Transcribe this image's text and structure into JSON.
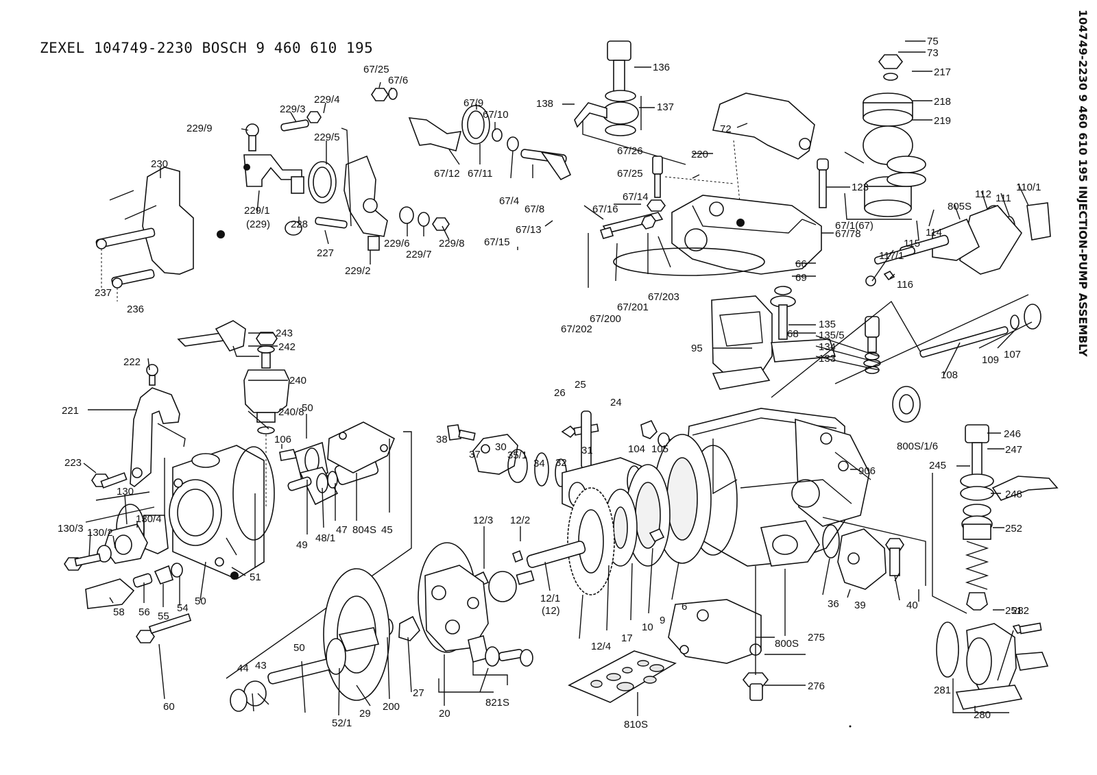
{
  "header": {
    "title": "ZEXEL  104749-2230  BOSCH  9 460 610 195",
    "side_title": "104749-2230  9 460 610 195  INJECTION-PUMP ASSEMBLY"
  },
  "labels": [
    "229/9",
    "229/3",
    "229/4",
    "229/5",
    "230",
    "237",
    "236",
    "229/1",
    "(229)",
    "228",
    "227",
    "229/2",
    "229/6",
    "229/7",
    "229/8",
    "67/25",
    "67/6",
    "67/9",
    "67/10",
    "67/12",
    "67/11",
    "67/4",
    "67/8",
    "138",
    "136",
    "137",
    "67/26",
    "67/25",
    "67/14",
    "67/16",
    "67/13",
    "67/15",
    "67/202",
    "67/200",
    "67/201",
    "67/203",
    "75",
    "73",
    "217",
    "218",
    "219",
    "72",
    "220",
    "123",
    "67/1(67)",
    "67/78",
    "110/1",
    "111",
    "112",
    "805S",
    "114",
    "115",
    "117/1",
    "116",
    "66",
    "69",
    "135",
    "135/5",
    "134",
    "133",
    "68",
    "95",
    "107",
    "109",
    "108",
    "243",
    "242",
    "240",
    "240/8",
    "222",
    "221",
    "223",
    "38",
    "37",
    "30",
    "35/1",
    "34",
    "26",
    "25",
    "24",
    "32",
    "31",
    "104",
    "105",
    "800S/1/6",
    "906",
    "246",
    "247",
    "245",
    "248",
    "252",
    "251",
    "106",
    "50",
    "45",
    "804S",
    "47",
    "48/1",
    "49",
    "51",
    "130",
    "130/4",
    "130/2",
    "130/3",
    "58",
    "56",
    "55",
    "54",
    "50",
    "12/2",
    "12/3",
    "12/1",
    "(12)",
    "12/4",
    "17",
    "10",
    "9",
    "6",
    "800S",
    "36",
    "39",
    "40",
    "281",
    "282",
    "280",
    "275",
    "276",
    "810S",
    "60",
    "44",
    "43",
    "50",
    "52/1",
    "29",
    "200",
    "27",
    "20",
    "821S"
  ],
  "icons": {
    "callout_dot": "filled-circle-marker"
  }
}
